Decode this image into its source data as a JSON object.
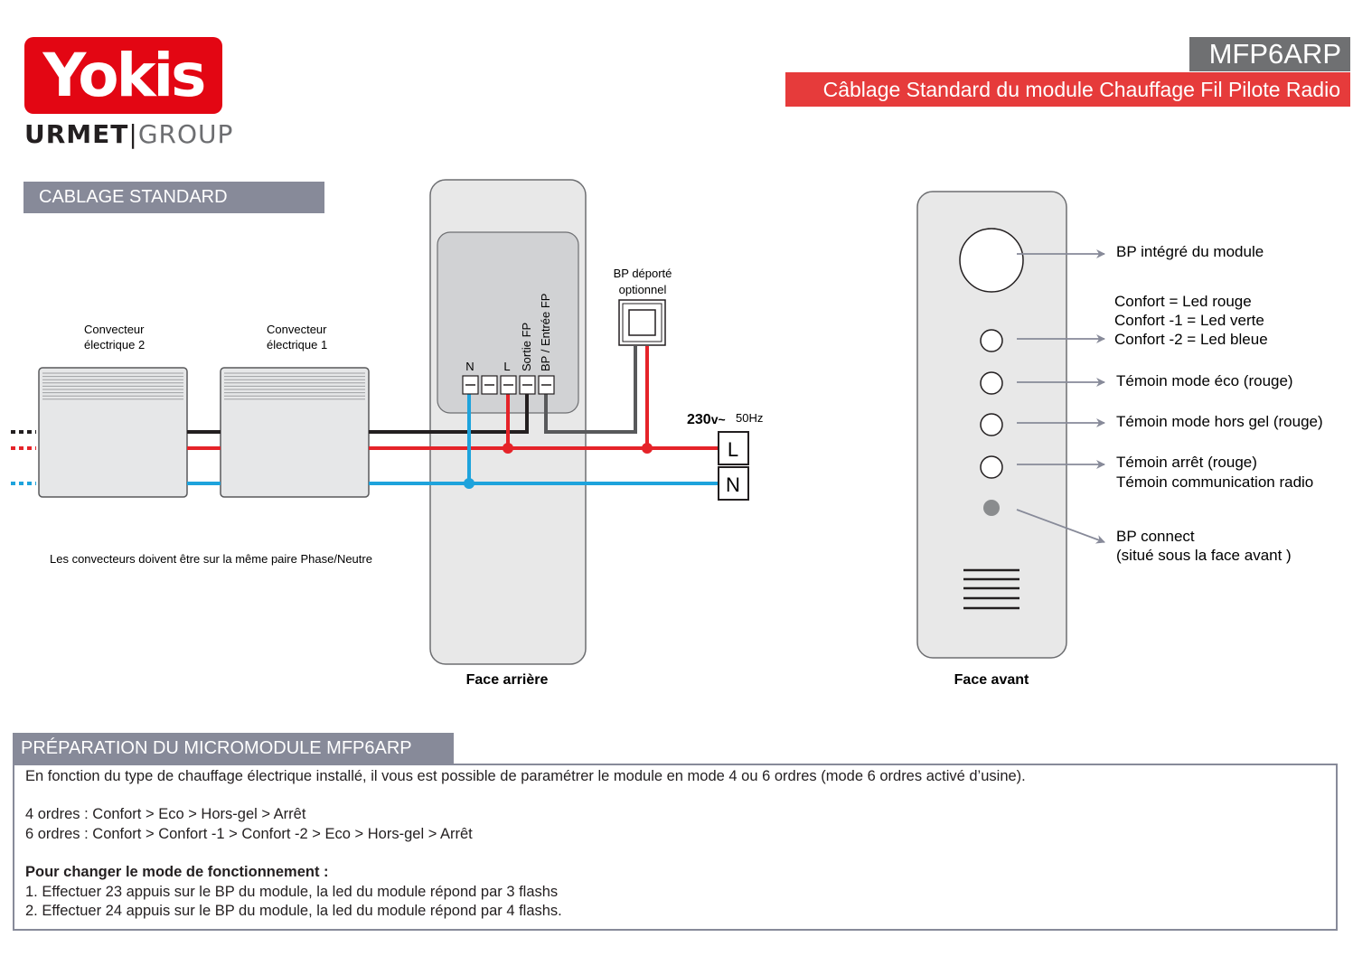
{
  "header": {
    "logo_text": "Yokis",
    "group_urmet": "URMET",
    "group_separator": "|",
    "group_group": "GROUP",
    "model": "MFP6ARP",
    "subtitle": "Câblage Standard du module Chauffage Fil Pilote Radio"
  },
  "wiring": {
    "section_title": "CABLAGE STANDARD",
    "convector_2": [
      "Convecteur",
      "électrique 2"
    ],
    "convector_1": [
      "Convecteur",
      "électrique 1"
    ],
    "remote_button": [
      "BP déporté",
      "optionnel"
    ],
    "terminals": {
      "n": "N",
      "l": "L",
      "sortie": "Sortie FP",
      "bp": "BP / Entrée FP"
    },
    "voltage": "230",
    "voltage_symbol": "v~",
    "frequency": "50Hz",
    "supply_l": "L",
    "supply_n": "N",
    "note": "Les convecteurs doivent être sur la même paire Phase/Neutre",
    "rear_label": "Face arrière",
    "colors": {
      "phase": "#e52329",
      "neutral": "#1ea3dc",
      "pilot": "#231f20",
      "bp_wire": "#58595b"
    }
  },
  "front": {
    "label": "Face avant",
    "callouts": [
      [
        "BP intégré du module"
      ],
      [
        "Confort =  Led rouge",
        "Confort -1 = Led verte",
        "Confort -2 = Led bleue"
      ],
      [
        "Témoin mode éco (rouge)"
      ],
      [
        "Témoin mode hors gel (rouge)"
      ],
      [
        "Témoin arrêt (rouge)",
        "Témoin communication radio"
      ],
      [
        "BP connect",
        "(situé sous la face avant )"
      ]
    ]
  },
  "preparation": {
    "title": "PRÉPARATION DU MICROMODULE MFP6ARP",
    "intro": "En fonction du type de chauffage électrique installé, il vous est possible de paramétrer le module en mode 4 ou 6 ordres (mode 6 ordres activé d’usine).",
    "mode4": "4 ordres : Confort > Eco > Hors-gel > Arrêt",
    "mode6": "6 ordres : Confort > Confort -1 > Confort -2 >  Eco > Hors-gel > Arrêt",
    "howto_title": "Pour changer le mode de fonctionnement :",
    "step1": "1. Effectuer 23 appuis sur le BP du module, la led du module répond par 3 flashs",
    "step2": "2. Effectuer 24 appuis sur le BP du module, la led du module répond par 4 flashs."
  }
}
